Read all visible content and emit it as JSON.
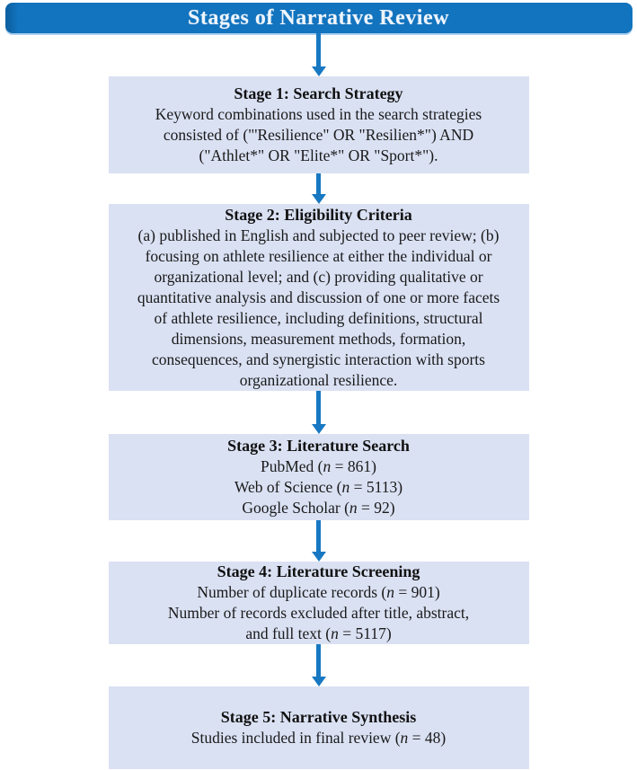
{
  "header": {
    "title": "Stages of Narrative Review"
  },
  "colors": {
    "header_blue": "#1273be",
    "header_edge_dark": "#0c5e9d",
    "header_underline_light": "#aacfee",
    "arrow_blue": "#1878c2",
    "stage_box_fill": "#dae1f3",
    "body_text": "#1a1a1a",
    "header_text": "#eef5fc"
  },
  "stages": [
    {
      "title": "Stage 1: Search Strategy",
      "lines": [
        [
          {
            "t": "Keyword combinations used in the search strategies"
          }
        ],
        [
          {
            "t": "consisted of (\"'Resilience\" OR \"Resilien*\") AND"
          }
        ],
        [
          {
            "t": "(\"Athlet*\" OR \"Elite*\" OR \"Sport*\")."
          }
        ]
      ]
    },
    {
      "title": "Stage 2: Eligibility Criteria",
      "lines": [
        [
          {
            "t": "(a) published in English and subjected to peer review; (b)"
          }
        ],
        [
          {
            "t": "focusing on athlete resilience at either the individual or"
          }
        ],
        [
          {
            "t": "organizational level; and (c) providing qualitative or"
          }
        ],
        [
          {
            "t": "quantitative analysis and discussion of one or more facets"
          }
        ],
        [
          {
            "t": "of athlete resilience, including definitions, structural"
          }
        ],
        [
          {
            "t": "dimensions, measurement methods, formation,"
          }
        ],
        [
          {
            "t": "consequences, and synergistic interaction with sports"
          }
        ],
        [
          {
            "t": "organizational resilience."
          }
        ]
      ]
    },
    {
      "title": "Stage 3: Literature Search",
      "lines": [
        [
          {
            "t": "PubMed ("
          },
          {
            "t": "n",
            "i": true
          },
          {
            "t": " = 861)"
          }
        ],
        [
          {
            "t": "Web of Science ("
          },
          {
            "t": "n",
            "i": true
          },
          {
            "t": " = 5113)"
          }
        ],
        [
          {
            "t": "Google Scholar ("
          },
          {
            "t": "n",
            "i": true
          },
          {
            "t": " = 92)"
          }
        ]
      ]
    },
    {
      "title": "Stage 4: Literature Screening",
      "lines": [
        [
          {
            "t": "Number of duplicate records ("
          },
          {
            "t": "n",
            "i": true
          },
          {
            "t": " = 901)"
          }
        ],
        [
          {
            "t": "Number of records excluded after title, abstract,"
          }
        ],
        [
          {
            "t": "and full text ("
          },
          {
            "t": "n",
            "i": true
          },
          {
            "t": " = 5117)"
          }
        ]
      ]
    },
    {
      "title": "Stage 5: Narrative Synthesis",
      "lines": [
        [
          {
            "t": "Studies included in final review ("
          },
          {
            "t": "n",
            "i": true
          },
          {
            "t": " = 48)"
          }
        ]
      ]
    }
  ]
}
